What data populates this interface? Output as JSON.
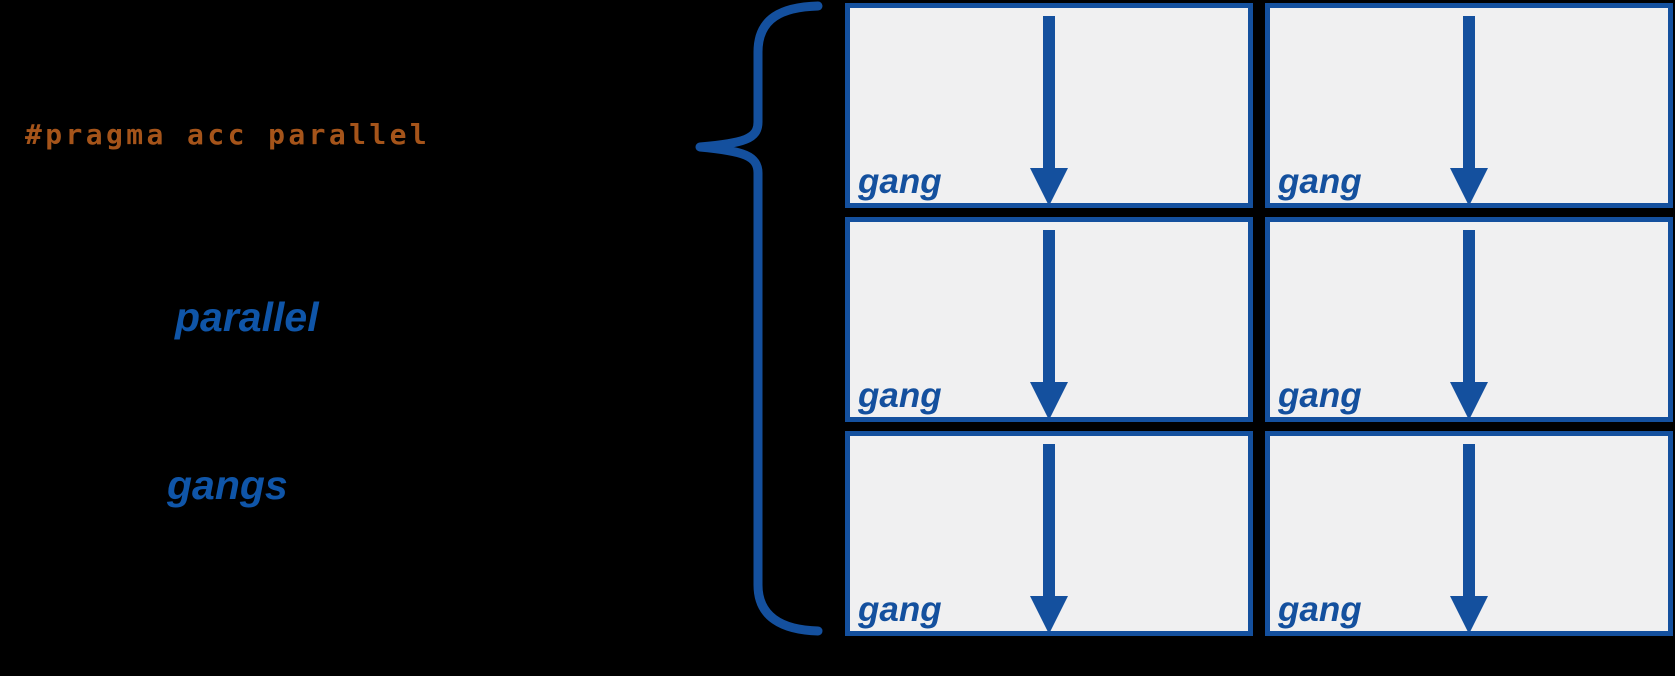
{
  "colors": {
    "background": "#000000",
    "accent_blue": "#14509e",
    "keyword_blue": "#0f55a8",
    "pragma_orange": "#a5541a",
    "box_fill": "#f0f0f1"
  },
  "code": {
    "pragma": "#pragma acc parallel"
  },
  "keywords": {
    "parallel": "parallel",
    "gangs": "gangs"
  },
  "grid": {
    "rows": 3,
    "cols": 2,
    "cell_label": "gang",
    "cell_icon": "down-arrow"
  }
}
